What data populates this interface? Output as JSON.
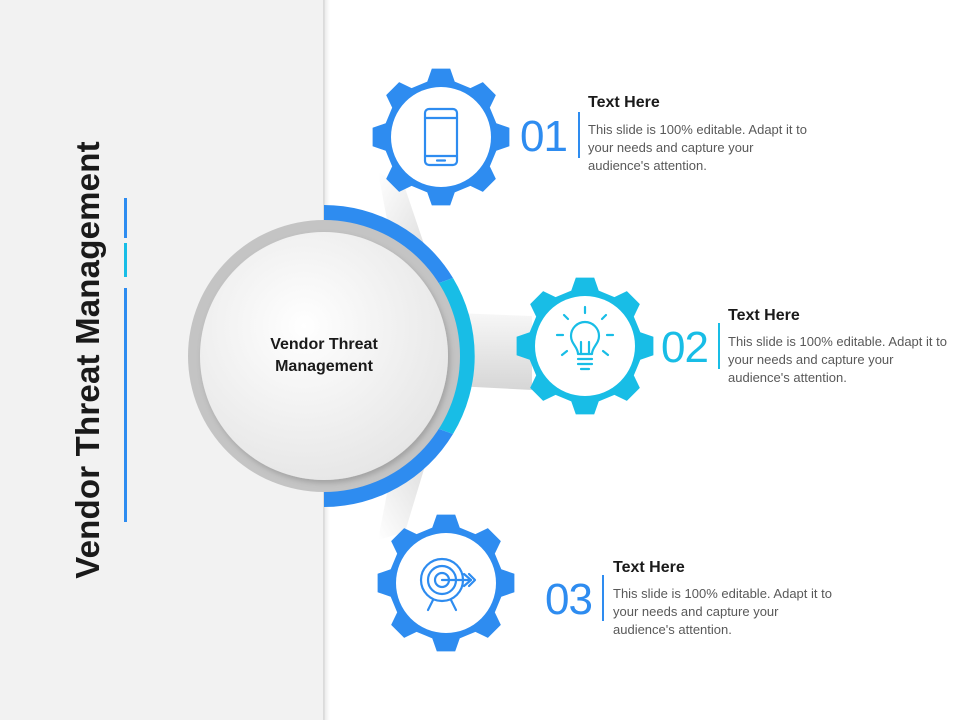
{
  "slide": {
    "title": "Vendor Threat Management",
    "center_label": "Vendor Threat Management"
  },
  "colors": {
    "blue": "#2e8cf0",
    "cyan": "#18bde6",
    "panel": "#f2f2f2",
    "text_dark": "#1a1a1a",
    "text_gray": "#595959"
  },
  "items": [
    {
      "number": "01",
      "title": "Text Here",
      "description": "This slide is 100% editable. Adapt it to your needs and capture your audience's attention.",
      "icon": "smartphone-icon",
      "color": "#2e8cf0"
    },
    {
      "number": "02",
      "title": "Text Here",
      "description": "This slide is 100% editable. Adapt it to your needs and capture your audience's attention.",
      "icon": "lightbulb-icon",
      "color": "#18bde6"
    },
    {
      "number": "03",
      "title": "Text Here",
      "description": "This slide is 100% editable. Adapt it to your needs and capture your audience's attention.",
      "icon": "target-icon",
      "color": "#2e8cf0"
    }
  ]
}
